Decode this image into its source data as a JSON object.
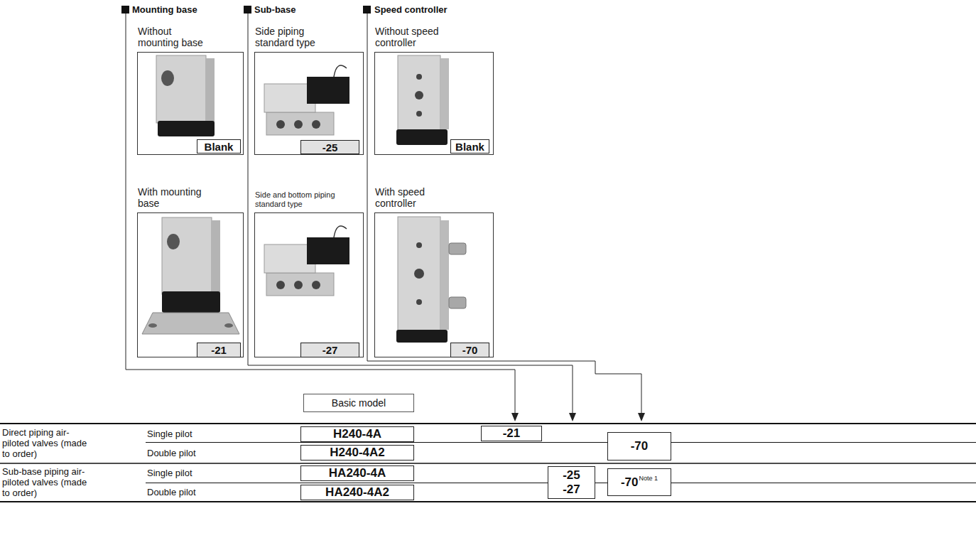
{
  "diagram": {
    "nodes": [
      {
        "text": [
          "Without mounting base"
        ]
      },
      {
        "text": [
          "Blank"
        ],
        "in": 0
      },
      {
        "text": [
          "With mounting base"
        ]
      },
      {
        "text": [
          "-21"
        ],
        "in": 2
      },
      {
        "text": [
          "Side piping standard type"
        ]
      },
      {
        "text": [
          "-25"
        ],
        "in": 4
      },
      {
        "text": [
          "Side and bottom piping standard type"
        ]
      },
      {
        "text": [
          "-27"
        ],
        "in": 6
      },
      {
        "text": [
          "Without speed controller"
        ]
      },
      {
        "text": [
          "Blank"
        ],
        "in": 8
      },
      {
        "text": [
          "With speed controller"
        ]
      },
      {
        "text": [
          "-70"
        ],
        "in": 10
      },
      {
        "text": [
          "Basic model"
        ]
      },
      {
        "text": [
          "H240-4A"
        ]
      },
      {
        "text": [
          "-21"
        ]
      },
      {
        "text": [
          "-70"
        ]
      },
      {
        "text": [
          "H240-4A2"
        ]
      },
      {
        "text": [
          "HA240-4A"
        ]
      },
      {
        "text": [
          "-25 -27"
        ]
      },
      {
        "text": [
          "-70",
          "Note 1"
        ]
      },
      {
        "text": [
          "HA240-4A2"
        ]
      }
    ],
    "labels": [
      "Mounting base",
      "Sub-base",
      "Speed controller",
      "Direct piping air-piloted valves (made to order)",
      "Single pilot",
      "Double pilot",
      "Sub-base piping air-piloted valves (made to order)",
      "Single pilot",
      "Double pilot"
    ]
  }
}
